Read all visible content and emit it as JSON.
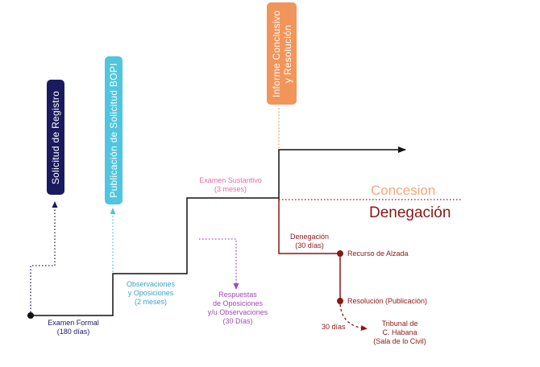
{
  "colors": {
    "navy": "#1a1a5e",
    "cyan": "#4fc6de",
    "orange": "#f2955a",
    "purple": "#a347b8",
    "pink": "#ea6aa5",
    "maroon": "#8c1616",
    "teal_text": "#3aa3c9"
  },
  "pills": {
    "registro": "Solicitud de Registro",
    "bopi": "Publicación de Solicitud BOPI",
    "informe_line1": "Informe Conclusivo",
    "informe_line2": "y Resolución"
  },
  "labels": {
    "examen_formal_1": "Examen Formal",
    "examen_formal_2": "(180 días)",
    "observaciones_1": "Observaciones",
    "observaciones_2": "y Oposiciones",
    "observaciones_3": "(2 meses)",
    "respuestas_1": "Respuestas",
    "respuestas_2": "de Oposiciones",
    "respuestas_3": "y/u Observaciones",
    "respuestas_4": "(30 Días)",
    "sustantivo_1": "Examen Sustantivo",
    "sustantivo_2": "(3 meses)",
    "concesion": "Concesion",
    "denegacion": "Denegación",
    "denegacion_small_1": "Denegación",
    "denegacion_small_2": "(30 días)",
    "recurso": "Recurso de Alzada",
    "resolucion": "Resolución (Publicación)",
    "treinta_dias": "30 días",
    "tribunal_1": "Tribunal de",
    "tribunal_2": "C. Habana",
    "tribunal_3": "(Sala de lo Civil)"
  }
}
